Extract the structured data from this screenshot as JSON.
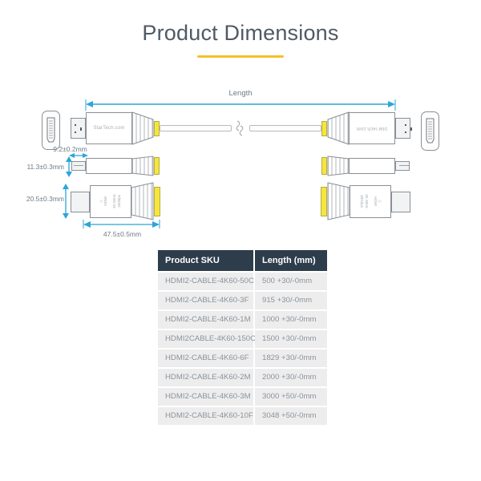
{
  "title": "Product Dimensions",
  "accent_color": "#f2c229",
  "diagram": {
    "length_label": "Length",
    "dim_tip_width": "9.2±0.2mm",
    "dim_side_height": "11.3±0.3mm",
    "dim_top_height": "20.5±0.3mm",
    "dim_connector_length": "47.5±0.5mm",
    "brand_label": "StarTech.com",
    "dimension_color": "#2ca5d8",
    "band_color": "#f6e53d",
    "print": {
      "cert_mark": "△",
      "line1": "HDMI",
      "line2": "4K 60Hz",
      "line3": "18Gbps"
    }
  },
  "table": {
    "header_bg": "#2e3d4c",
    "row_bg": "#ededee",
    "headers": {
      "sku": "Product SKU",
      "length": "Length (mm)"
    },
    "rows": [
      {
        "sku": "HDMI2-CABLE-4K60-50C",
        "length": "500 +30/-0mm"
      },
      {
        "sku": "HDMI2-CABLE-4K60-3F",
        "length": "915 +30/-0mm"
      },
      {
        "sku": "HDMI2-CABLE-4K60-1M",
        "length": "1000 +30/-0mm"
      },
      {
        "sku": "HDMI2CABLE-4K60-150C",
        "length": "1500 +30/-0mm"
      },
      {
        "sku": "HDMI2-CABLE-4K60-6F",
        "length": "1829 +30/-0mm"
      },
      {
        "sku": "HDMI2-CABLE-4K60-2M",
        "length": "2000 +30/-0mm"
      },
      {
        "sku": "HDMI2-CABLE-4K60-3M",
        "length": "3000 +50/-0mm"
      },
      {
        "sku": "HDMI2-CABLE-4K60-10F",
        "length": "3048 +50/-0mm"
      }
    ]
  }
}
